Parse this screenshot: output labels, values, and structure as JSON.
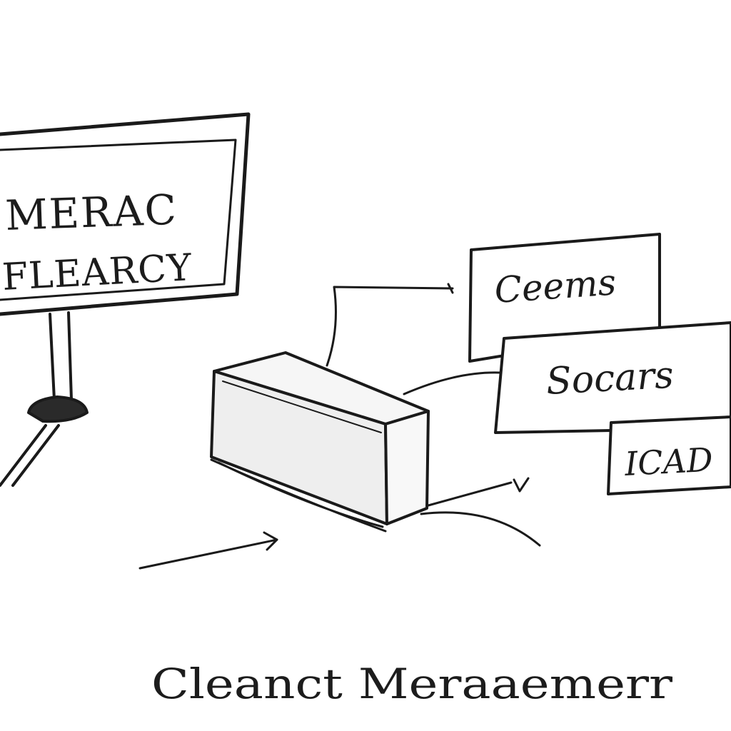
{
  "signboard": {
    "line_1": "MERAC",
    "line_2": "FLEARCY"
  },
  "cards": {
    "top": "Ceems",
    "middle": "Socars",
    "bottom": "ICAD"
  },
  "caption": "Cleanct Meraaemerr",
  "colors": {
    "ink": "#1a1a1a",
    "paper": "#ffffff",
    "box_shade": "#eeeeee"
  }
}
